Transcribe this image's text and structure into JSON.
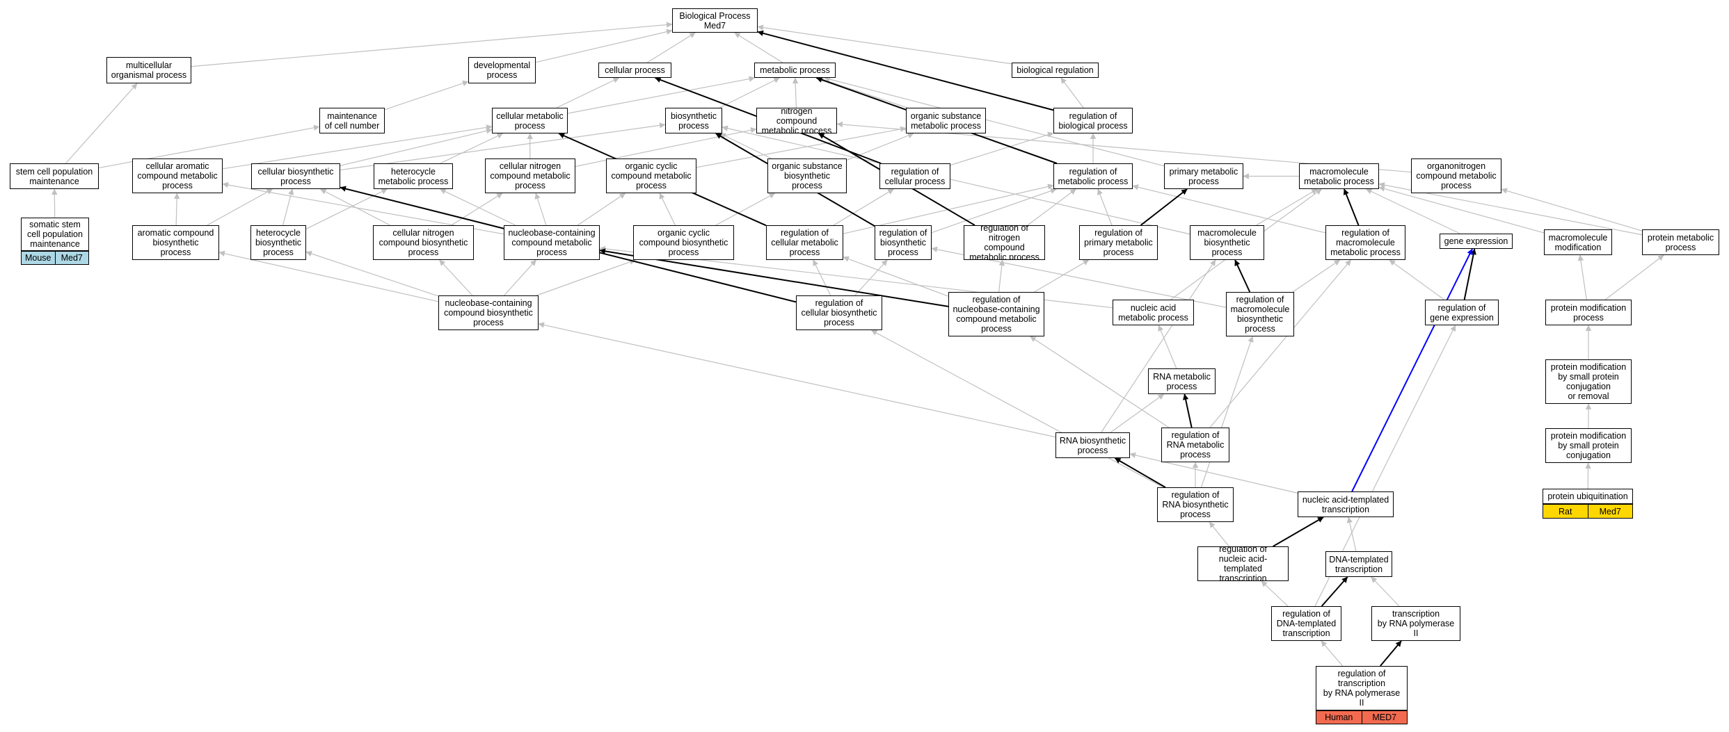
{
  "colors": {
    "edge_default": "#c0c0c0",
    "edge_bold": "#000000",
    "edge_blue": "#0000ff",
    "human": "#f26a50",
    "mouse": "#add8e6",
    "rat": "#ffd700"
  },
  "nodes": {
    "root": "Biological Process\nMed7",
    "multicellular": "multicellular\norganismal process",
    "developmental": "developmental\nprocess",
    "cellular_process": "cellular process",
    "metabolic_process": "metabolic process",
    "biological_regulation": "biological regulation",
    "maintenance_cell_number": "maintenance\nof cell number",
    "cellular_metabolic": "cellular metabolic\nprocess",
    "biosynthetic": "biosynthetic\nprocess",
    "nitrogen_compound": "nitrogen compound\nmetabolic process",
    "organic_substance": "organic substance\nmetabolic process",
    "reg_biological": "regulation of\nbiological process",
    "stem_cell": "stem cell population\nmaintenance",
    "cellular_aromatic": "cellular aromatic\ncompound metabolic\nprocess",
    "cellular_biosynthetic": "cellular biosynthetic\nprocess",
    "heterocycle_metabolic": "heterocycle\nmetabolic process",
    "cellular_nitrogen": "cellular nitrogen\ncompound metabolic\nprocess",
    "organic_cyclic": "organic cyclic\ncompound metabolic\nprocess",
    "organic_substance_bio": "organic substance\nbiosynthetic\nprocess",
    "reg_cellular": "regulation of\ncellular process",
    "reg_metabolic": "regulation of\nmetabolic process",
    "primary_metabolic": "primary metabolic\nprocess",
    "macromolecule_metabolic": "macromolecule\nmetabolic process",
    "organonitrogen": "organonitrogen\ncompound metabolic\nprocess",
    "somatic": "somatic stem\ncell population\nmaintenance",
    "aromatic_bio": "aromatic compound\nbiosynthetic\nprocess",
    "heterocycle_bio": "heterocycle\nbiosynthetic\nprocess",
    "cellular_nitrogen_bio": "cellular nitrogen\ncompound biosynthetic\nprocess",
    "nucleobase_metabolic": "nucleobase-containing\ncompound metabolic\nprocess",
    "organic_cyclic_bio": "organic cyclic\ncompound biosynthetic\nprocess",
    "reg_cellular_metabolic": "regulation of\ncellular metabolic\nprocess",
    "reg_biosynthetic": "regulation of\nbiosynthetic\nprocess",
    "reg_nitrogen": "regulation of\nnitrogen compound\nmetabolic process",
    "reg_primary": "regulation of\nprimary metabolic\nprocess",
    "macromolecule_bio": "macromolecule\nbiosynthetic\nprocess",
    "reg_macromolecule_metabolic": "regulation of\nmacromolecule\nmetabolic process",
    "gene_expression": "gene expression",
    "macromolecule_mod": "macromolecule\nmodification",
    "protein_metabolic": "protein metabolic\nprocess",
    "nucleobase_bio": "nucleobase-containing\ncompound biosynthetic\nprocess",
    "reg_cellular_bio": "regulation of\ncellular biosynthetic\nprocess",
    "reg_nucleobase": "regulation of\nnucleobase-containing\ncompound metabolic\nprocess",
    "nucleic_acid_metabolic": "nucleic acid\nmetabolic process",
    "reg_macromolecule_bio": "regulation of\nmacromolecule\nbiosynthetic\nprocess",
    "reg_gene_expression": "regulation of\ngene expression",
    "protein_mod": "protein modification\nprocess",
    "rna_metabolic": "RNA metabolic\nprocess",
    "protein_mod_small_removal": "protein modification\nby small protein\nconjugation\nor removal",
    "rna_bio": "RNA biosynthetic\nprocess",
    "reg_rna_metabolic": "regulation of\nRNA metabolic\nprocess",
    "protein_mod_small": "protein modification\nby small protein\nconjugation",
    "reg_rna_bio": "regulation of\nRNA biosynthetic\nprocess",
    "nucleic_transcription": "nucleic acid-templated\ntranscription",
    "protein_ubiquitination": "protein ubiquitination",
    "reg_nucleic_transcription": "regulation of\nnucleic acid-templated\ntranscription",
    "dna_transcription": "DNA-templated\ntranscription",
    "reg_dna_transcription": "regulation of\nDNA-templated\ntranscription",
    "transcription_pol2": "transcription\nby RNA polymerase\nII",
    "reg_transcription_pol2": "regulation of\ntranscription\nby RNA polymerase\nII"
  },
  "species": {
    "mouse": {
      "organism": "Mouse",
      "gene": "Med7"
    },
    "rat": {
      "organism": "Rat",
      "gene": "Med7"
    },
    "human": {
      "organism": "Human",
      "gene": "MED7"
    }
  }
}
